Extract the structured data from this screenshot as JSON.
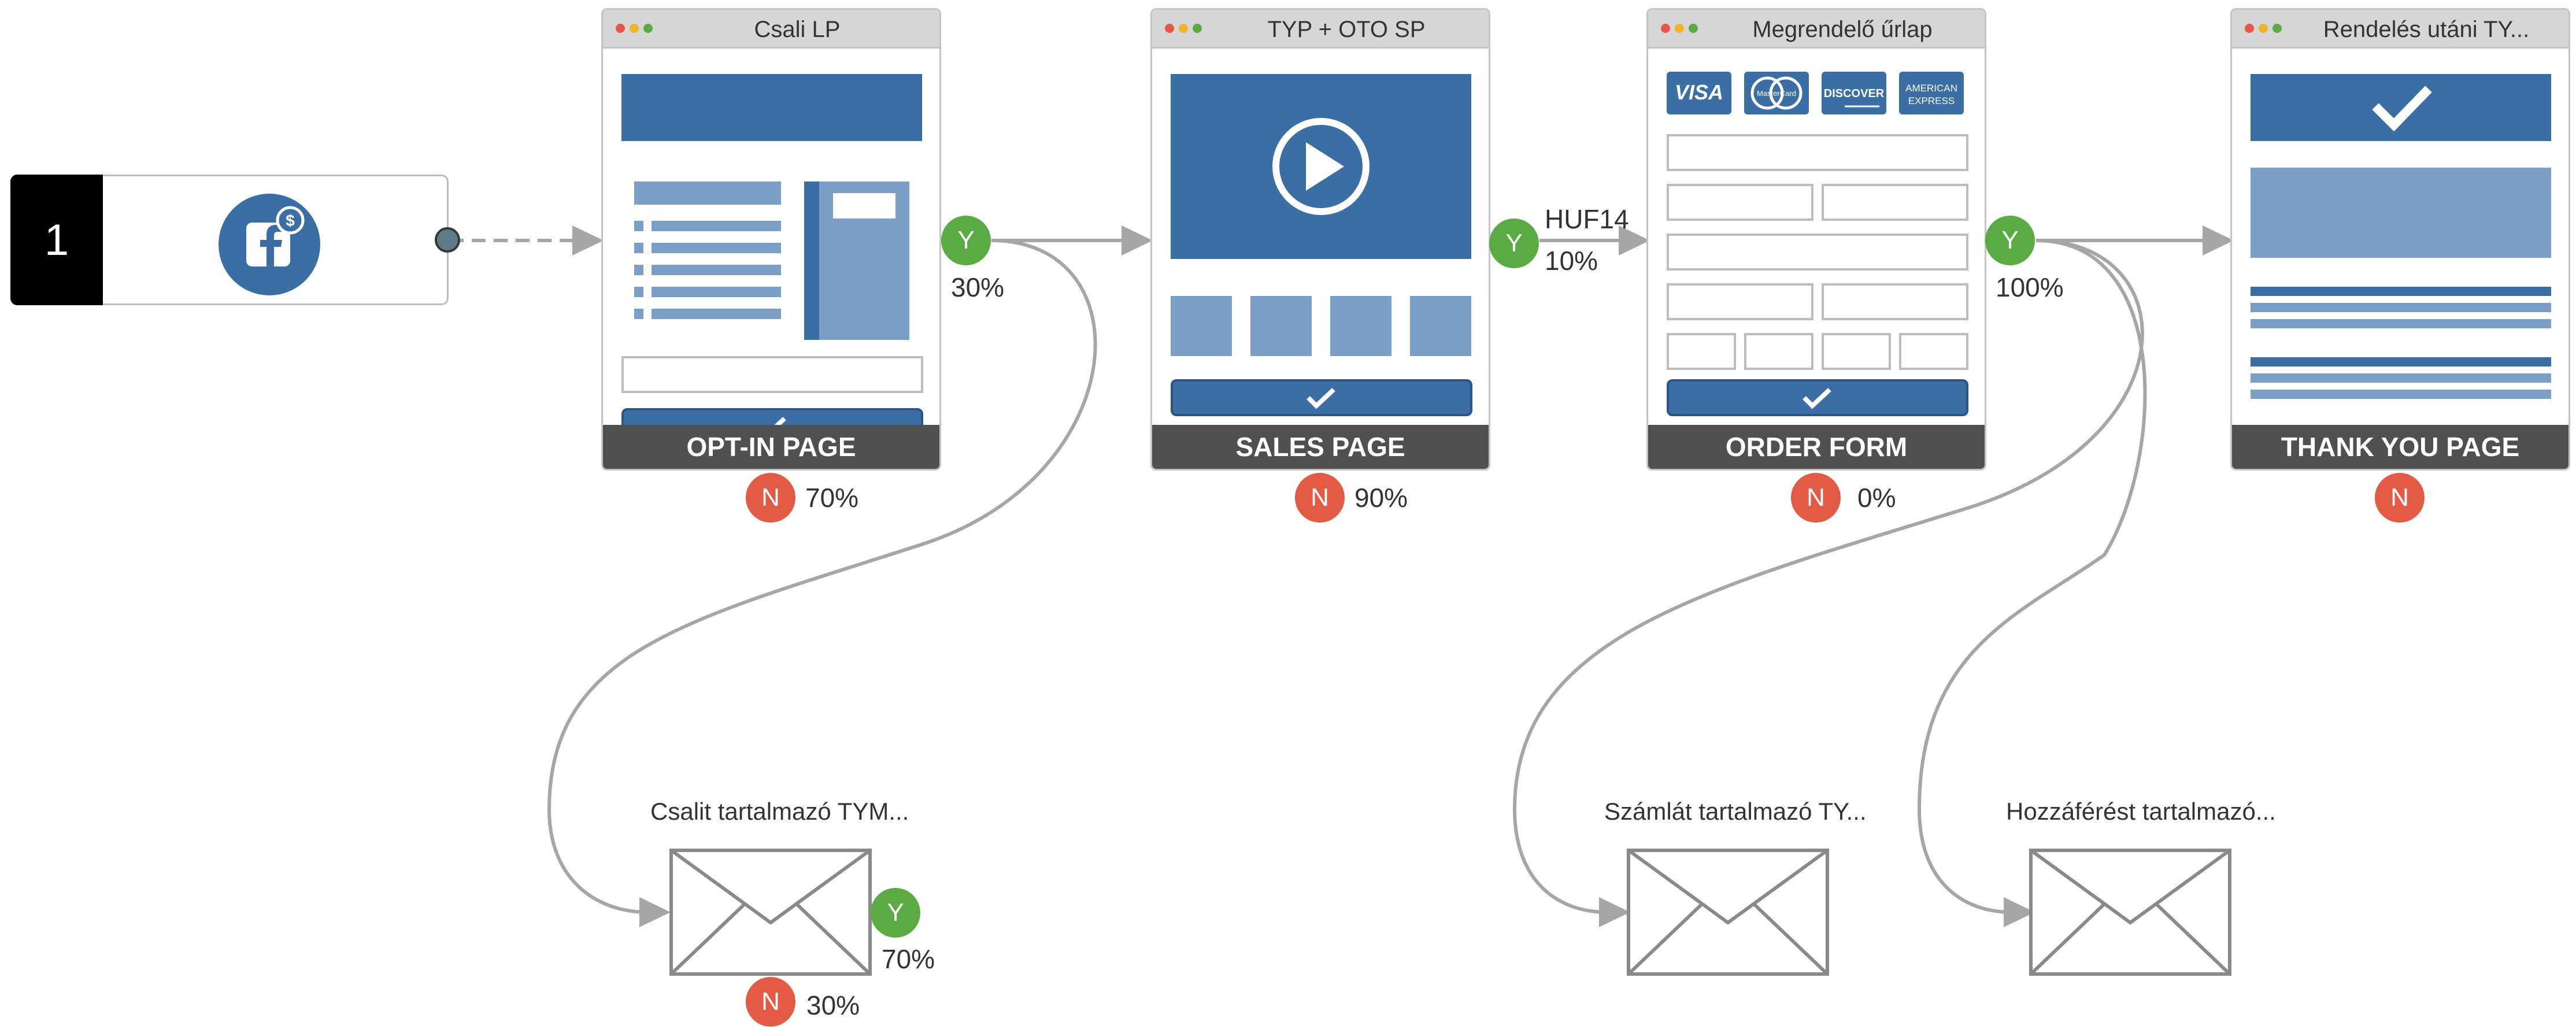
{
  "source": {
    "number": "1",
    "icon": "facebook-ads-icon"
  },
  "pages": [
    {
      "title": "Csali LP",
      "type": "OPT-IN PAGE",
      "yes_pct": "30%",
      "no_pct": "70%"
    },
    {
      "title": "TYP + OTO SP",
      "type": "SALES PAGE",
      "no_pct": "90%"
    },
    {
      "title": "Megrendelő űrlap",
      "type": "ORDER FORM",
      "yes_pct": "100%",
      "no_pct": "0%"
    },
    {
      "title": "Rendelés utáni TY...",
      "type": "THANK YOU PAGE"
    }
  ],
  "sales_transition": {
    "price": "HUF14",
    "pct": "10%"
  },
  "emails": [
    {
      "label": "Csalit tartalmazó TYM...",
      "yes_pct": "70%",
      "no_pct": "30%"
    },
    {
      "label": "Számlát tartalmazó TY..."
    },
    {
      "label": "Hozzáférést tartalmazó..."
    }
  ],
  "badges": {
    "yes": "Y",
    "no": "N"
  },
  "colors": {
    "accent": "#3a6ea5",
    "accent_light": "#7a9ec6",
    "yes": "#5bab45",
    "no": "#e35a45",
    "footer": "#505050",
    "wire": "#a0a0a0"
  },
  "card_logos": [
    "VISA",
    "MasterCard",
    "DISCOVER",
    "AMERICAN EXPRESS"
  ]
}
